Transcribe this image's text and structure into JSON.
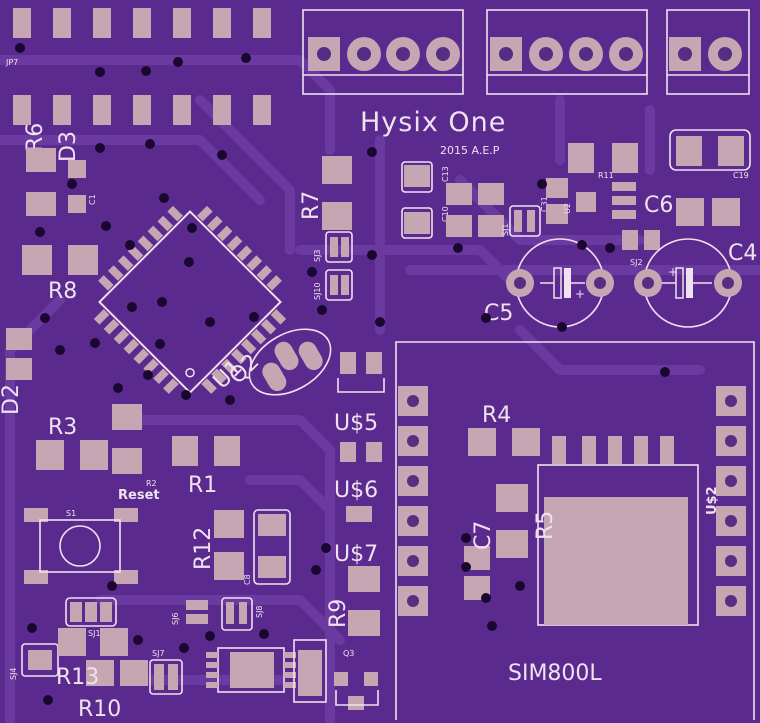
{
  "board": {
    "title": "Hysix One",
    "credit": "2015 A.E.P",
    "module_label": "SIM800L",
    "colors": {
      "substrate": "#5a2a8f",
      "copper_trace": "#6b3aa0",
      "pad": "#c7a6b3",
      "silkscreen": "#efe2ee",
      "background": "#2a0f48"
    }
  },
  "labels": {
    "R6": "R6",
    "D3": "D3",
    "R8": "R8",
    "R3": "R3",
    "R1": "R1",
    "R2": "R2",
    "R4": "R4",
    "R5": "R5",
    "R7": "R7",
    "R9": "R9",
    "R10": "R10",
    "R11": "R11",
    "R12": "R12",
    "R13": "R13",
    "C1": "C1",
    "C4": "C4",
    "C5": "C5",
    "C6": "C6",
    "C7": "C7",
    "C8": "C8",
    "C10": "C10",
    "C13": "C13",
    "C19": "C19",
    "C31": "C31",
    "U2": "U2",
    "U1": "U1",
    "U5": "U$5",
    "U6": "U$6",
    "U7": "U$7",
    "U$2": "U$2",
    "Q2": "Q2",
    "Q3": "Q3",
    "S1": "S1",
    "Reset": "Reset",
    "JP7": "JP7",
    "SJ1": "SJ1",
    "SJ2": "SJ2",
    "SJ3": "SJ3",
    "SJ4": "SJ4",
    "SJ6": "SJ6",
    "SJ7": "SJ7",
    "SJ8": "SJ8",
    "SJ10": "SJ10",
    "SJ11": "SJ11",
    "D2": "D2"
  }
}
